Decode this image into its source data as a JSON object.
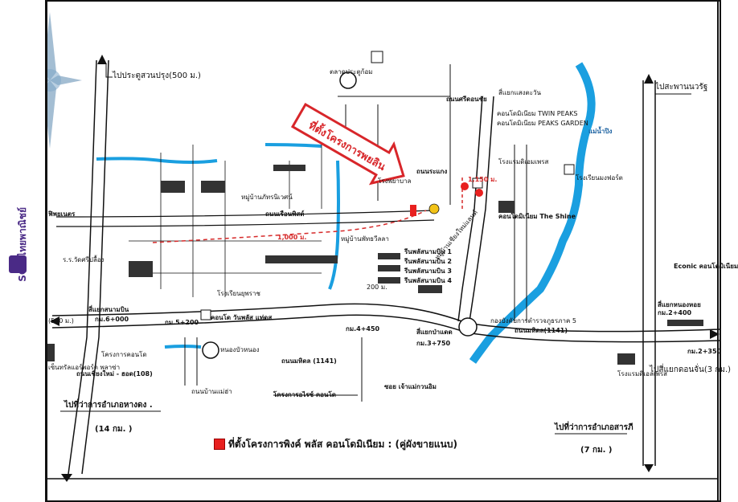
{
  "sidebar": {
    "brand_text": "SCB ไทยพาณิชย์",
    "brand_color": "#4a2a86",
    "compass_icon": "compass-rose-icon"
  },
  "legend": {
    "swatch_color": "#e8201f",
    "text": "ที่ตั้งโครงการพิงค์ พลัส คอนโดมิเนียม  : (คู่ผังขายแนบ)"
  },
  "banner": {
    "text": "ที่ตั้งโครงการพยลิน",
    "color": "#d8262a"
  },
  "colors": {
    "river": "#1a9fe0",
    "route": "#d62a2a",
    "road": "#111111"
  },
  "labels": {
    "to_prasert_market": "ไปประตูสวนปรุง(500 ม.)",
    "to_saphan_nawarat": "ไปสะพานนวรัฐ",
    "to_hang_dong": "ไปที่ว่าการอำเภอหางดง .",
    "to_hang_dong_km": "(14 กม. )",
    "to_saraphi": "ไปที่ว่าการอำเภอสารภี",
    "to_saraphi_km": "(7 กม. )",
    "to_khon_chun": "ไปสี่แยกดอนจั่น(3 กม.)",
    "road_mahidol_1": "ถนนมหิดล (1141)",
    "road_mahidol_2": "ถนนมหิดล(1141)",
    "road_chiangmai_hot": "ถนนเชียงใหม่ - ฮอด(108)",
    "road_ban_mae_ya": "ถนนบ้านแม่ฮ่า",
    "road_srinakornping": "ถนนศรีดอนชัย",
    "road_rongkaeng": "ถนนระแกง",
    "road_wua_lai": "ถนนเรือนพิสต์",
    "km_6000": "กม.6+000",
    "km_5200": "กม.5+200",
    "km_4450": "กม.4+450",
    "km_3750": "กม.3+750",
    "km_2400": "กม.2+400",
    "km_2350": "กม.2+350",
    "airport_junction": "สี่แยกสนามบิน",
    "pan_daeng_junction": "สี่แยกป่าแดด",
    "nong_hoi_junction": "สี่แยกหนองหอย",
    "jeensiri_junction": "สี่แยกแสงตะวัน",
    "airport_plaza": "เซ็นทรัลแอร์พอร์ต พลาซ่า",
    "phayaom": "ฟิพยเนตร",
    "wat_phue": "ร.ร.วัดศรีปลื้อง",
    "kasem_sat": "คอนโด วันพลัส แท่ดส",
    "one_plus": "โครงการคอนโด",
    "the_shine": "คอนโดมิเนียม The Shine",
    "twin_peaks": "คอนโดมิเนียม TWIN PEAKS",
    "peaks_garden": "คอนโดมิเนียม PEAKS GARDEN",
    "econic": "Econic คอนโดมิเนียม",
    "rajavithi_school": "โรงเรียนมงฟอร์ต",
    "chiangmai_school": "โรงเรียนยุพราช",
    "dist_1000": "1,000 ม.",
    "dist_1150": "1,150 ม.",
    "dist_200": "200 ม.",
    "dist_500": "(500 ม.)",
    "project_condo": "โครงการอไรซ์ คอนโด",
    "soi_chao_mae": "ซอย เจ้าแม่กวนอิม",
    "ping_river": "แม่น้ำปิง",
    "hotel": "โรงแรมดิเอมเพรส",
    "market": "ตลาดประตูก้อม",
    "hospital": "โรงพยาบาล",
    "regional_police": "กองบังคับการตำรวจภูธรภาค 5",
    "hotel_rin": "โรงแรมดิเอมเพรส",
    "village_1": "หมู่บ้านภัทรนิเวศน์",
    "village_2": "หมู่บ้านพัทธวีลลา",
    "village_3": "หมู่บ้านเชียงใหม่แลนด์",
    "lake": "หนองบัวหนอง",
    "nong_hoi_hotel": "โรงแรมดิเอลเพรส",
    "rin_condo": "รีนพลัสนามบิน 1",
    "rin_condo_2": "รีนพลัสนามบิน 2",
    "rin_condo_3": "รีนพลัสนามบิน 3",
    "rin_condo_4": "รีนพลัสนามบิน 4"
  }
}
